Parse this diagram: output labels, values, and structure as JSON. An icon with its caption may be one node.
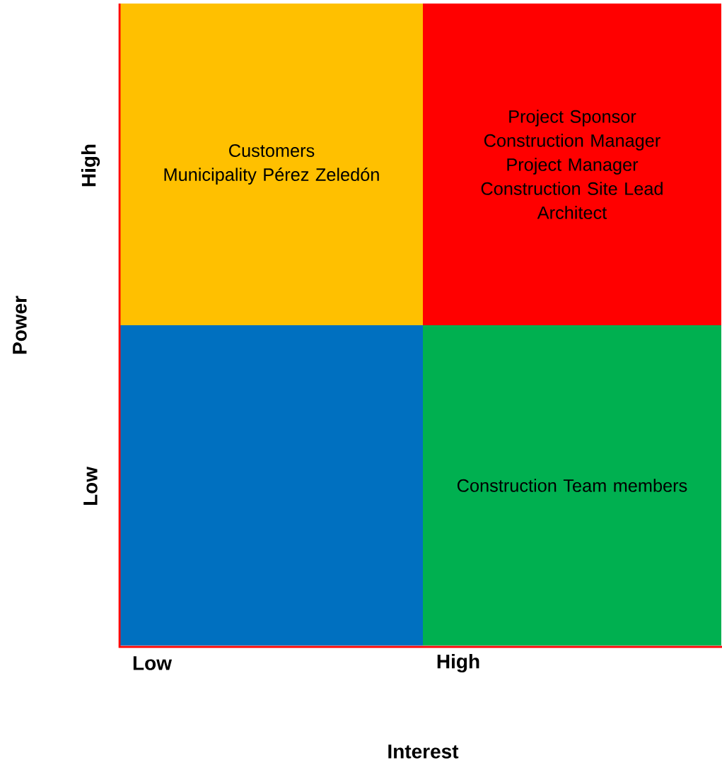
{
  "diagram": {
    "nodes": [
      {
        "text": [
          "Customers",
          "Municipality Pérez Zeledón"
        ]
      },
      {
        "text": [
          "Project Sponsor",
          "Construction Manager",
          "Project Manager",
          "Construction Site Lead",
          "Architect"
        ]
      },
      {
        "text": [],
        "shape": "box"
      },
      {
        "text": [
          "Construction Team members"
        ]
      }
    ],
    "labels": [
      "High",
      "Power",
      "Low",
      "Low",
      "High",
      "Interest"
    ]
  }
}
